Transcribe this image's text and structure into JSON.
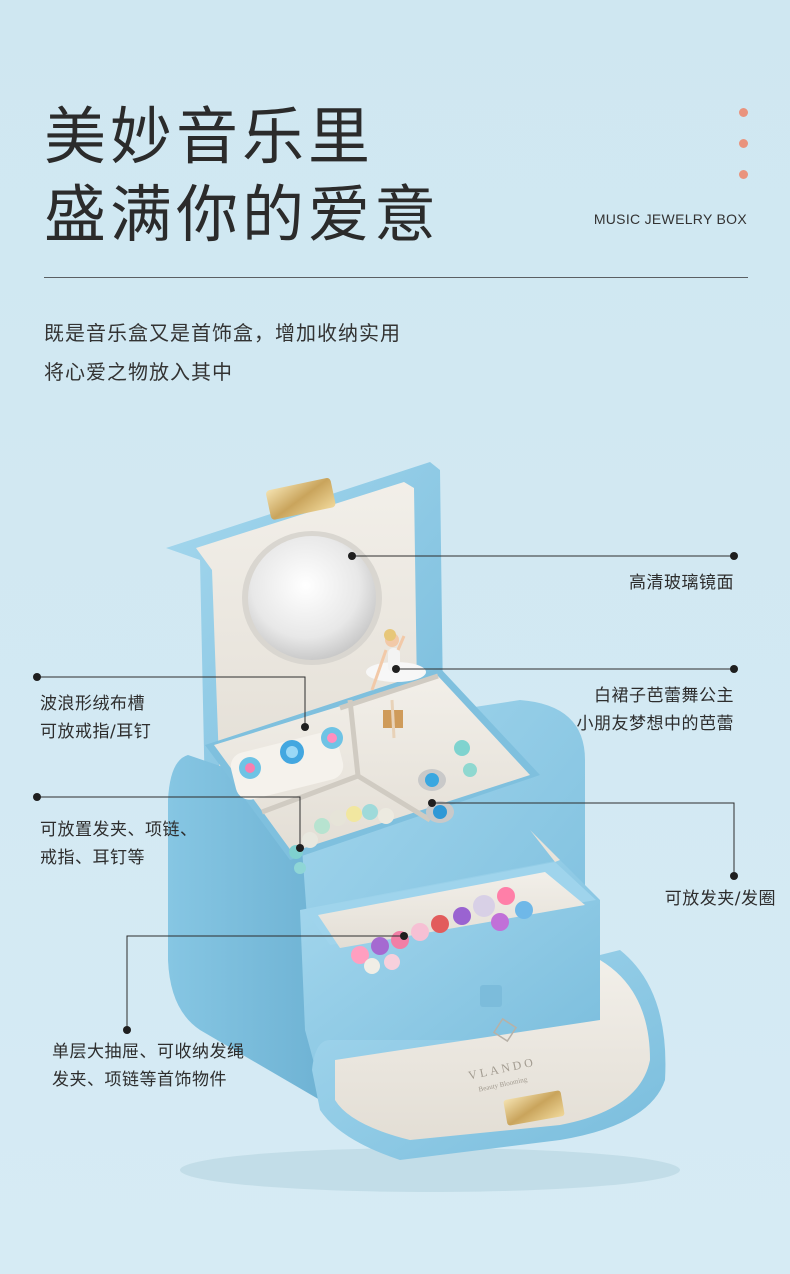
{
  "header": {
    "title_line1": "美妙音乐里",
    "title_line2": "盛满你的爱意",
    "subtitle_en": "MUSIC JEWELRY BOX"
  },
  "intro": {
    "line1": "既是音乐盒又是首饰盒，增加收纳实用",
    "line2": "将心爱之物放入其中"
  },
  "callouts": {
    "mirror": "高清玻璃镜面",
    "ballerina_line1": "白裙子芭蕾舞公主",
    "ballerina_line2": "小朋友梦想中的芭蕾",
    "ring_slot_line1": "波浪形绒布槽",
    "ring_slot_line2": "可放戒指/耳钉",
    "compartment_line1": "可放置发夹、项链、",
    "compartment_line2": "戒指、耳钉等",
    "hairclip": "可放发夹/发圈",
    "drawer_line1": "单层大抽屉、可收纳发绳",
    "drawer_line2": "发夹、项链等首饰物件"
  },
  "product": {
    "brand": "VLANDO",
    "brand_tagline": "Beauty Blooming"
  },
  "colors": {
    "background": "#d3e9f3",
    "box_blue": "#8ecbe6",
    "velvet": "#ede9e2",
    "accent_dot": "#e9937d"
  }
}
